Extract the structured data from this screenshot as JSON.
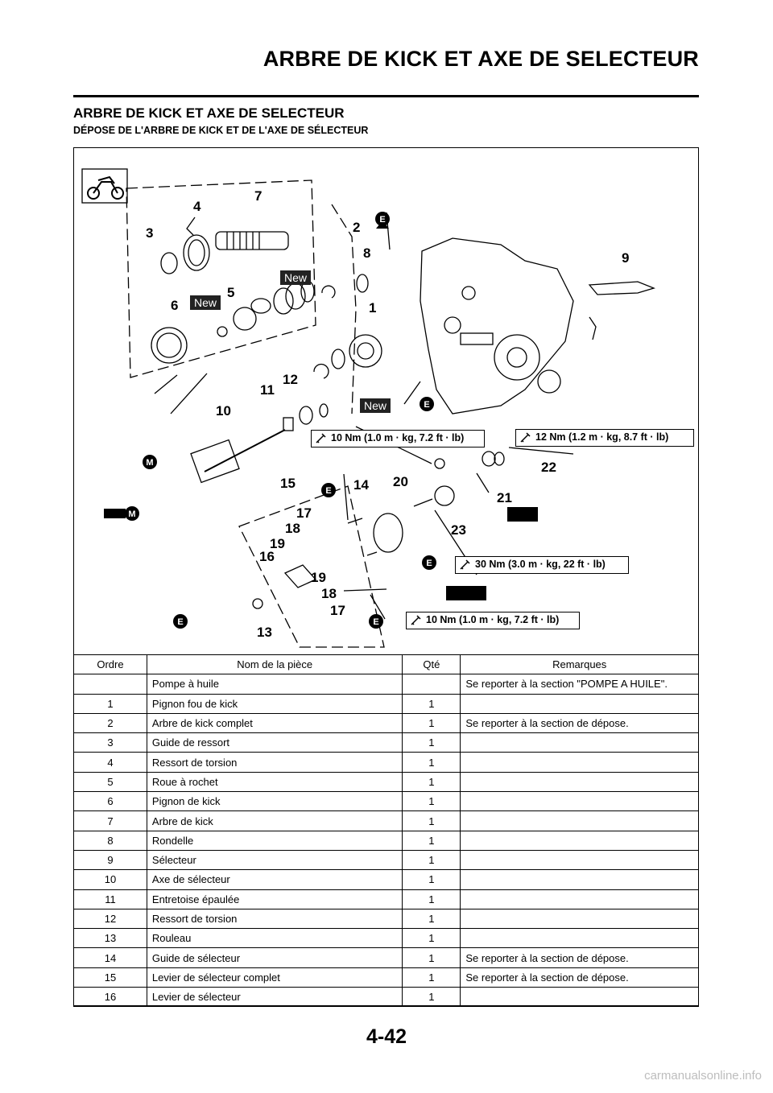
{
  "header": {
    "title": "ARBRE DE KICK ET AXE DE SELECTEUR"
  },
  "section": {
    "title": "ARBRE DE KICK ET AXE DE SELECTEUR",
    "subtitle": "DÉPOSE DE L'ARBRE DE KICK ET DE L'AXE DE SÉLECTEUR"
  },
  "diagram": {
    "callouts": [
      "1",
      "2",
      "3",
      "4",
      "5",
      "6",
      "7",
      "8",
      "9",
      "10",
      "11",
      "12",
      "13",
      "14",
      "15",
      "16",
      "17",
      "17",
      "18",
      "18",
      "19",
      "19",
      "20",
      "21",
      "22",
      "23"
    ],
    "new_tag": "New",
    "symbol_e": "E",
    "symbol_m": "M",
    "torques": [
      "10 Nm (1.0 m · kg, 7.2 ft · lb)",
      "12 Nm (1.2 m · kg, 8.7 ft · lb)",
      "30 Nm (3.0 m · kg, 22 ft · lb)",
      "10 Nm (1.0 m · kg, 7.2 ft · lb)"
    ]
  },
  "table": {
    "headers": [
      "Ordre",
      "Nom de la pièce",
      "Qté",
      "Remarques"
    ],
    "rows": [
      [
        "",
        "Pompe à huile",
        "",
        "Se reporter à la section \"POMPE A HUILE\"."
      ],
      [
        "1",
        "Pignon fou de kick",
        "1",
        ""
      ],
      [
        "2",
        "Arbre de kick complet",
        "1",
        "Se reporter à la section de dépose."
      ],
      [
        "3",
        "Guide de ressort",
        "1",
        ""
      ],
      [
        "4",
        "Ressort de torsion",
        "1",
        ""
      ],
      [
        "5",
        "Roue à rochet",
        "1",
        ""
      ],
      [
        "6",
        "Pignon de kick",
        "1",
        ""
      ],
      [
        "7",
        "Arbre de kick",
        "1",
        ""
      ],
      [
        "8",
        "Rondelle",
        "1",
        ""
      ],
      [
        "9",
        "Sélecteur",
        "1",
        ""
      ],
      [
        "10",
        "Axe de sélecteur",
        "1",
        ""
      ],
      [
        "11",
        "Entretoise épaulée",
        "1",
        ""
      ],
      [
        "12",
        "Ressort de torsion",
        "1",
        ""
      ],
      [
        "13",
        "Rouleau",
        "1",
        ""
      ],
      [
        "14",
        "Guide de sélecteur",
        "1",
        "Se reporter à la section de dépose."
      ],
      [
        "15",
        "Levier de sélecteur complet",
        "1",
        "Se reporter à la section de dépose."
      ],
      [
        "16",
        "Levier de sélecteur",
        "1",
        ""
      ]
    ]
  },
  "footer": {
    "page_number": "4-42",
    "watermark": "carmanualsonline.info"
  }
}
